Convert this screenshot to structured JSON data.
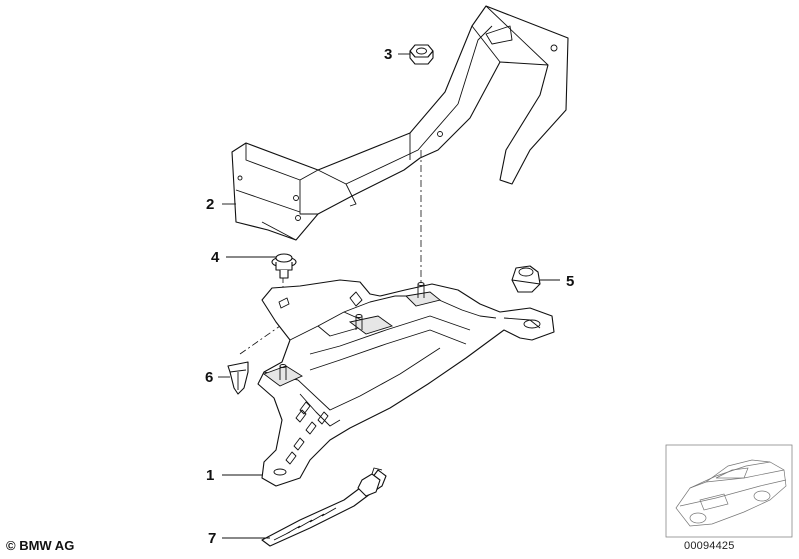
{
  "callouts": [
    "1",
    "2",
    "3",
    "4",
    "5",
    "6",
    "7"
  ],
  "footer": {
    "copyright": "© BMW AG",
    "reference": "00094425"
  }
}
